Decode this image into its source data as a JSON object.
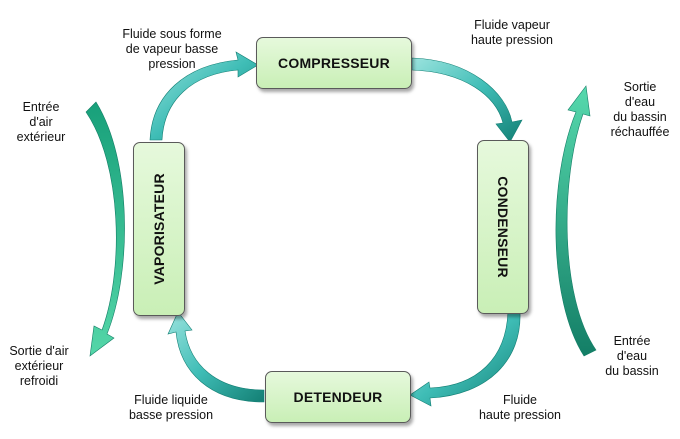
{
  "colors": {
    "box_fill": "#d3f4c4",
    "box_border": "#5a5a5a",
    "arrow_teal": "#4fc7c1",
    "arrow_dark": "#1b8f7a",
    "arrow_green": "#22b38a"
  },
  "components": {
    "compressor": "COMPRESSEUR",
    "condenser": "CONDENSEUR",
    "expander": "DETENDEUR",
    "evaporator": "VAPORISATEUR"
  },
  "labels": {
    "low_pressure_vapor": "Fluide sous forme\nde vapeur basse\npression",
    "high_pressure_vapor": "Fluide vapeur\nhaute pression",
    "high_pressure_fluid": "Fluide\nhaute pression",
    "low_pressure_liquid": "Fluide liquide\nbasse pression",
    "outside_air_in": "Entrée\nd'air\nextérieur",
    "cooled_air_out": "Sortie d'air\nextérieur\nrefroidi",
    "heated_water_out": "Sortie\nd'eau\ndu bassin\nréchauffée",
    "pool_water_in": "Entrée\nd'eau\ndu bassin"
  }
}
